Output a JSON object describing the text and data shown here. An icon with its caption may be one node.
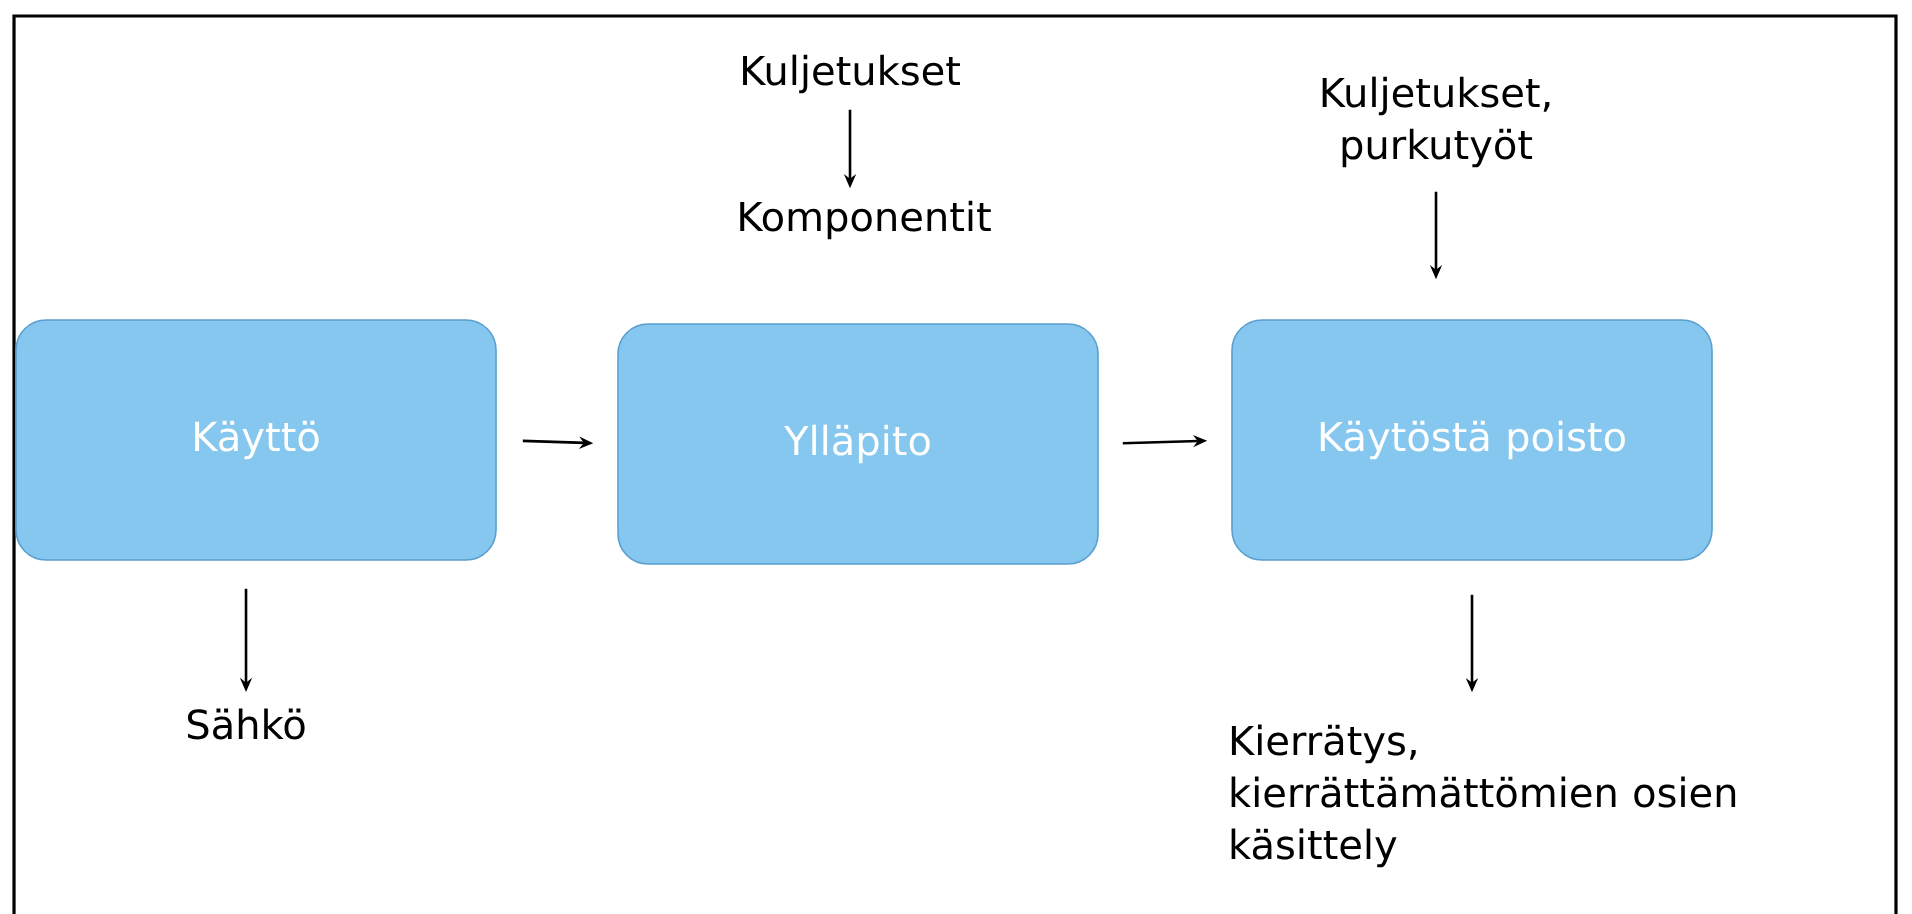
{
  "diagram": {
    "nodes": [
      {
        "text": [
          "Käyttö"
        ]
      },
      {
        "text": [
          "Ylläpito"
        ]
      },
      {
        "text": [
          "Käytöstä poisto"
        ]
      },
      {
        "text": [
          "Kuljetukset"
        ]
      },
      {
        "text": [
          "Komponentit"
        ]
      },
      {
        "text": [
          "Kuljetukset, purkutyöt"
        ]
      },
      {
        "text": [
          "Sähkö"
        ]
      },
      {
        "text": [
          "Kierrätys, kierrättämättömien osien käsittely"
        ]
      }
    ],
    "edges": [
      {
        "from": 0,
        "to": 1,
        "arrow": "to"
      },
      {
        "from": 1,
        "to": 2,
        "arrow": "to"
      },
      {
        "from": 3,
        "to": 4,
        "arrow": "to"
      },
      {
        "from": 5,
        "to": 2,
        "arrow": "to"
      },
      {
        "from": 0,
        "to": 6,
        "arrow": "to"
      },
      {
        "from": 2,
        "to": 7,
        "arrow": "to"
      }
    ]
  }
}
